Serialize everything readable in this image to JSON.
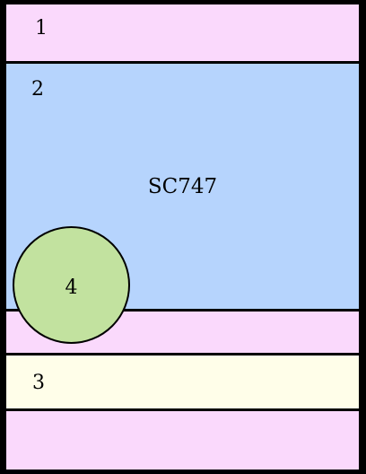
{
  "colors": {
    "border": "#000000",
    "pink": "#fad9fc",
    "blue": "#b6d4fd",
    "yellow": "#fffee9",
    "green": "#c2e29f"
  },
  "regions": {
    "region_1": {
      "label": "1"
    },
    "region_2": {
      "label": "2",
      "center_text": "SC747"
    },
    "region_3": {
      "label": "3"
    },
    "circle_4": {
      "label": "4"
    }
  }
}
